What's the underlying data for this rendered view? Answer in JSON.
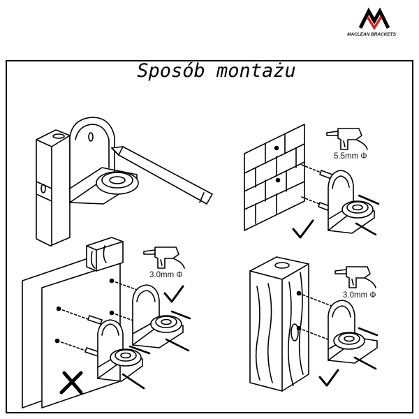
{
  "brand": {
    "name": "MACLEAN BRACKETS",
    "logo_icon": "maclean-m-logo",
    "colors": {
      "logo_red": "#d4201f",
      "ink": "#000000"
    }
  },
  "title": "Sposób montażu",
  "steps": {
    "step_1": {
      "description_icon": "level-and-pencil-marking-bracket"
    },
    "step_2": {
      "drill_label": "5.5mm Φ",
      "result": "check",
      "surface": "brick-wall"
    },
    "step_3": {
      "drill_label": "3.0mm Φ",
      "result_correct": "check",
      "result_wrong": "cross",
      "surface": "wood-panel"
    },
    "step_4": {
      "drill_label": "3.0mm Φ",
      "result": "check",
      "surface": "wooden-beam"
    }
  }
}
